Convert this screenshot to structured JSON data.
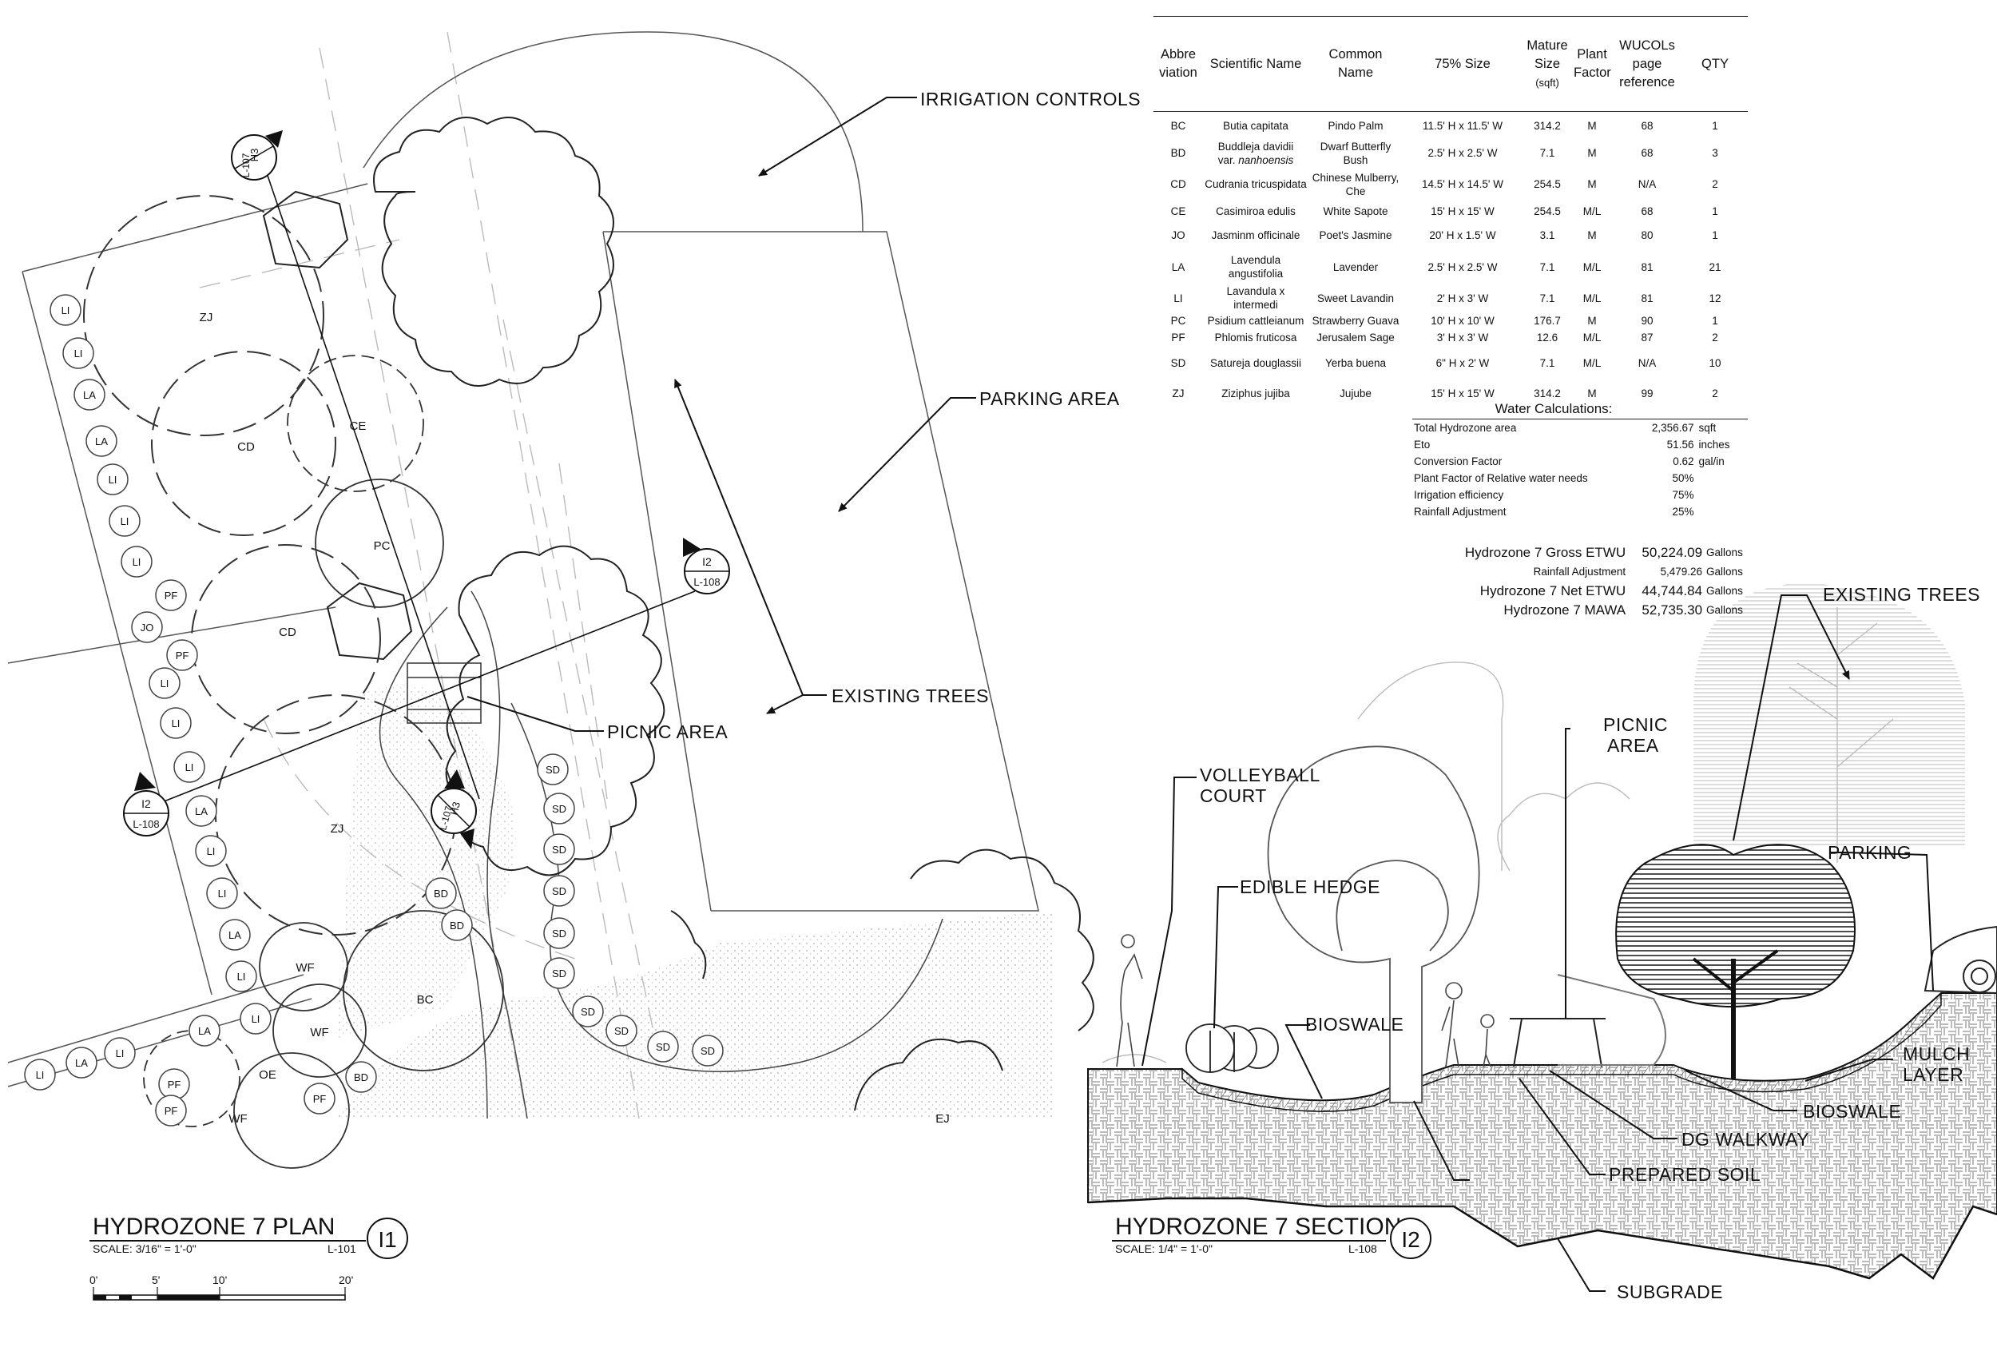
{
  "plan": {
    "callouts": {
      "irrigation_controls": "IRRIGATION CONTROLS",
      "parking_area": "PARKING AREA",
      "existing_trees": "EXISTING TREES",
      "picnic_area": "PICNIC AREA"
    },
    "section_markers": [
      {
        "num": "H3",
        "sheet": "L-107"
      },
      {
        "num": "I2",
        "sheet": "L-108"
      },
      {
        "num": "I2",
        "sheet": "L-108"
      },
      {
        "num": "H3",
        "sheet": "L-107"
      }
    ],
    "plant_labels": {
      "zj": "ZJ",
      "cd": "CD",
      "ce": "CE",
      "pc": "PC",
      "bc": "BC",
      "wf": "WF",
      "oe": "OE",
      "ej": "EJ",
      "li": "LI",
      "la": "LA",
      "pf": "PF",
      "jo": "JO",
      "sd": "SD",
      "bd": "BD"
    },
    "title": "HYDROZONE 7 PLAN",
    "scale": "SCALE: 3/16\" = 1'-0\"",
    "sheet_ref": "L-101",
    "detail_id": "I1",
    "scale_bar": [
      "0'",
      "5'",
      "10'",
      "20'"
    ]
  },
  "plant_table": {
    "headers": [
      "Abbre viation",
      "Scientific Name",
      "Common Name",
      "75% Size",
      "Mature Size",
      "(sqft)",
      "Plant Factor",
      "WUCOLs page reference",
      "QTY"
    ],
    "rows": [
      {
        "abbr": "BC",
        "sci": "Butia capitata",
        "sci2": "",
        "common": "Pindo Palm",
        "size": "11.5' H x 11.5' W",
        "sqft": "314.2",
        "pf": "M",
        "ref": "68",
        "qty": "1"
      },
      {
        "abbr": "BD",
        "sci": "Buddleja davidii",
        "sci2": "var. nanhoensis",
        "common": "Dwarf Butterfly Bush",
        "size": "2.5' H x 2.5' W",
        "sqft": "7.1",
        "pf": "M",
        "ref": "68",
        "qty": "3"
      },
      {
        "abbr": "CD",
        "sci": "Cudrania tricuspidata",
        "sci2": "",
        "common": "Chinese Mulberry, Che",
        "size": "14.5' H x 14.5' W",
        "sqft": "254.5",
        "pf": "M",
        "ref": "N/A",
        "qty": "2"
      },
      {
        "abbr": "CE",
        "sci": "Casimiroa edulis",
        "sci2": "",
        "common": "White Sapote",
        "size": "15' H x 15' W",
        "sqft": "254.5",
        "pf": "M/L",
        "ref": "68",
        "qty": "1"
      },
      {
        "abbr": "JO",
        "sci": "Jasminm officinale",
        "sci2": "",
        "common": "Poet's Jasmine",
        "size": "20' H x 1.5' W",
        "sqft": "3.1",
        "pf": "M",
        "ref": "80",
        "qty": "1"
      },
      {
        "abbr": "LA",
        "sci": "Lavendula angustifolia",
        "sci2": "",
        "common": "Lavender",
        "size": "2.5' H x 2.5' W",
        "sqft": "7.1",
        "pf": "M/L",
        "ref": "81",
        "qty": "21"
      },
      {
        "abbr": "LI",
        "sci": "Lavandula x intermedi",
        "sci2": "",
        "common": "Sweet Lavandin",
        "size": "2' H x 3' W",
        "sqft": "7.1",
        "pf": "M/L",
        "ref": "81",
        "qty": "12"
      },
      {
        "abbr": "PC",
        "sci": "Psidium cattleianum",
        "sci2": "",
        "common": "Strawberry Guava",
        "size": "10' H x 10' W",
        "sqft": "176.7",
        "pf": "M",
        "ref": "90",
        "qty": "1"
      },
      {
        "abbr": "PF",
        "sci": "Phlomis fruticosa",
        "sci2": "",
        "common": "Jerusalem Sage",
        "size": "3' H x 3' W",
        "sqft": "12.6",
        "pf": "M/L",
        "ref": "87",
        "qty": "2"
      },
      {
        "abbr": "SD",
        "sci": "Satureja douglassii",
        "sci2": "",
        "common": "Yerba buena",
        "size": "6\" H x 2' W",
        "sqft": "7.1",
        "pf": "M/L",
        "ref": "N/A",
        "qty": "10"
      },
      {
        "abbr": "ZJ",
        "sci": "Ziziphus jujiba",
        "sci2": "",
        "common": "Jujube",
        "size": "15' H x 15' W",
        "sqft": "314.2",
        "pf": "M",
        "ref": "99",
        "qty": "2"
      }
    ]
  },
  "water_calc": {
    "title": "Water Calculations:",
    "rows": [
      {
        "label": "Total  Hydrozone area",
        "value": "2,356.67",
        "unit": "sqft"
      },
      {
        "label": "Eto",
        "value": "51.56",
        "unit": "inches"
      },
      {
        "label": "Conversion Factor",
        "value": "0.62",
        "unit": "gal/in"
      },
      {
        "label": "Plant Factor of Relative water needs",
        "value": "50%",
        "unit": ""
      },
      {
        "label": "Irrigation efficiency",
        "value": "75%",
        "unit": ""
      },
      {
        "label": "Rainfall Adjustment",
        "value": "25%",
        "unit": ""
      }
    ]
  },
  "etwu": [
    {
      "label": "Hydrozone 7 Gross ETWU",
      "value": "50,224.09",
      "unit": "Gallons",
      "small": false
    },
    {
      "label": "Rainfall Adjustment",
      "value": "5,479.26",
      "unit": "Gallons",
      "small": true
    },
    {
      "label": "Hydrozone 7 Net ETWU",
      "value": "44,744.84",
      "unit": "Gallons",
      "small": false
    },
    {
      "label": "Hydrozone 7 MAWA",
      "value": "52,735.30",
      "unit": "Gallons",
      "small": false
    }
  ],
  "section": {
    "callouts": {
      "existing_trees": "EXISTING TREES",
      "picnic_1": "PICNIC",
      "picnic_2": "AREA",
      "volleyball_1": "VOLLEYBALL",
      "volleyball_2": "COURT",
      "parking": "PARKING",
      "edible_hedge": "EDIBLE HEDGE",
      "bioswale_left": "BIOSWALE",
      "mulch_1": "MULCH",
      "mulch_2": "LAYER",
      "bioswale_right": "BIOSWALE",
      "dg_walkway": "DG WALKWAY",
      "prepared_soil": "PREPARED SOIL",
      "subgrade": "SUBGRADE"
    },
    "title": "HYDROZONE 7 SECTION",
    "scale": "SCALE: 1/4\" = 1'-0\"",
    "sheet_ref": "L-108",
    "detail_id": "I2"
  }
}
